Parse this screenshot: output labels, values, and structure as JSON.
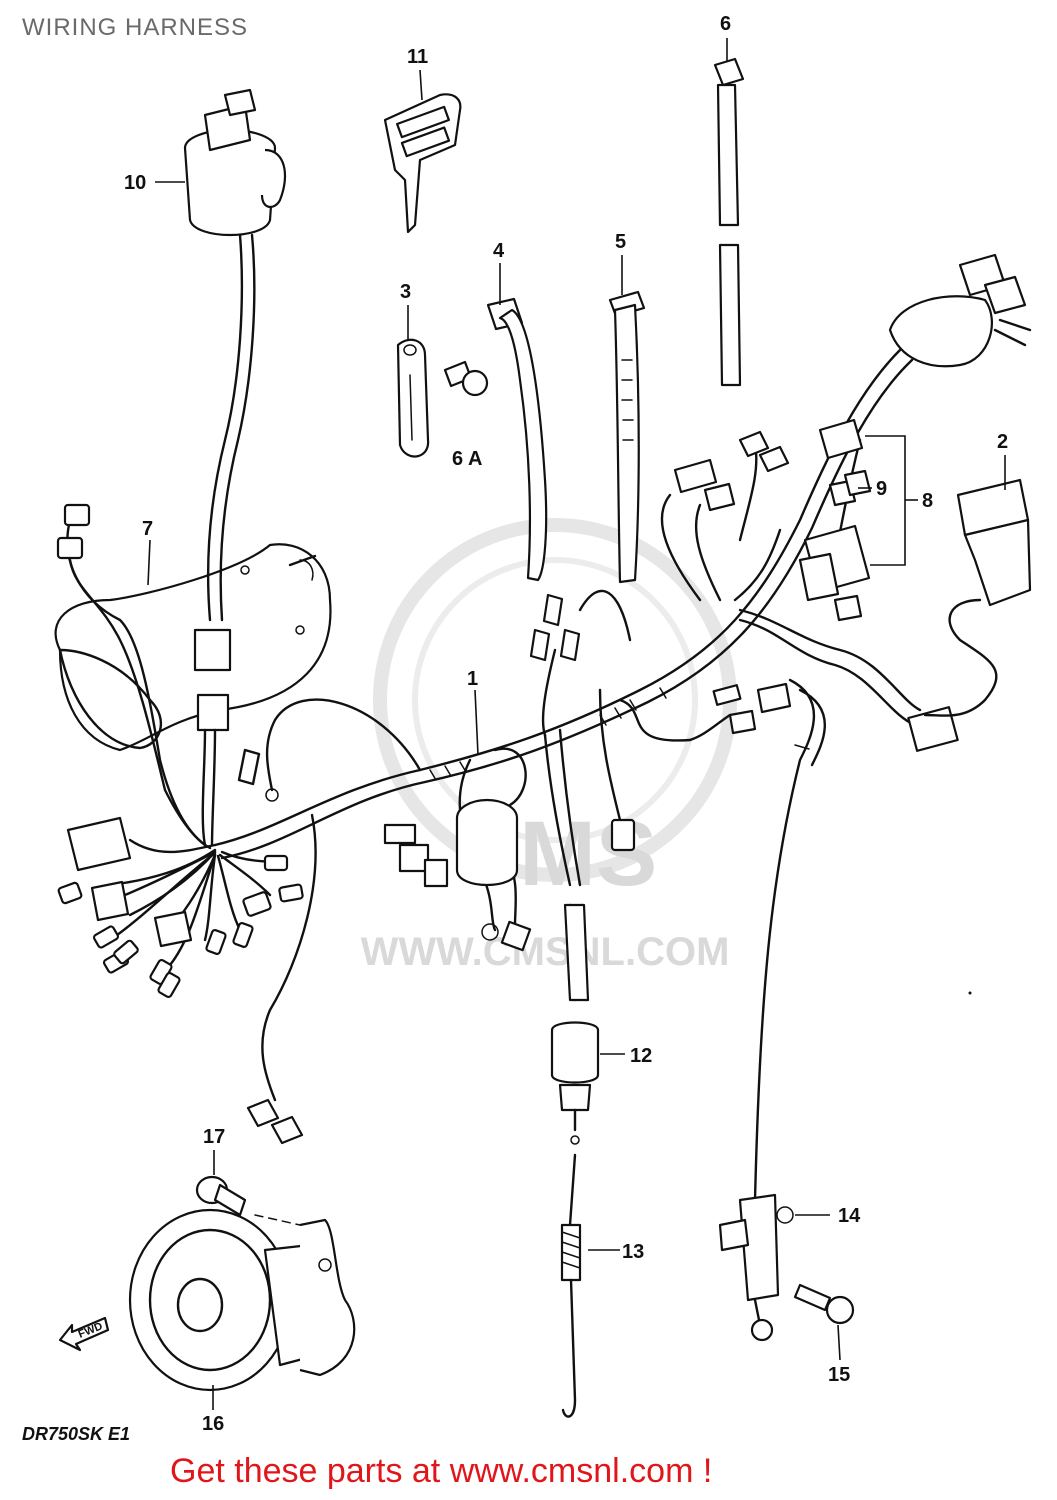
{
  "title": "WIRING HARNESS",
  "model_code": "DR750SK E1",
  "promo_text": "Get these parts at www.cmsnl.com !",
  "watermark": {
    "logo_text": "CMS",
    "url_text": "WWW.CMSNL.COM"
  },
  "forward_arrow_text": "FWD",
  "callouts": [
    {
      "id": "c1",
      "label": "1"
    },
    {
      "id": "c2",
      "label": "2"
    },
    {
      "id": "c3",
      "label": "3"
    },
    {
      "id": "c4",
      "label": "4"
    },
    {
      "id": "c5",
      "label": "5"
    },
    {
      "id": "c6",
      "label": "6"
    },
    {
      "id": "c6a",
      "label": "6 A"
    },
    {
      "id": "c7",
      "label": "7"
    },
    {
      "id": "c8",
      "label": "8"
    },
    {
      "id": "c9",
      "label": "9"
    },
    {
      "id": "c10",
      "label": "10"
    },
    {
      "id": "c11",
      "label": "11"
    },
    {
      "id": "c12",
      "label": "12"
    },
    {
      "id": "c13",
      "label": "13"
    },
    {
      "id": "c14",
      "label": "14"
    },
    {
      "id": "c15",
      "label": "15"
    },
    {
      "id": "c16",
      "label": "16"
    },
    {
      "id": "c17",
      "label": "17"
    }
  ],
  "colors": {
    "line": "#111111",
    "title": "#6a6a6a",
    "promo": "#e0161b",
    "watermark": "#d9d9d9"
  }
}
